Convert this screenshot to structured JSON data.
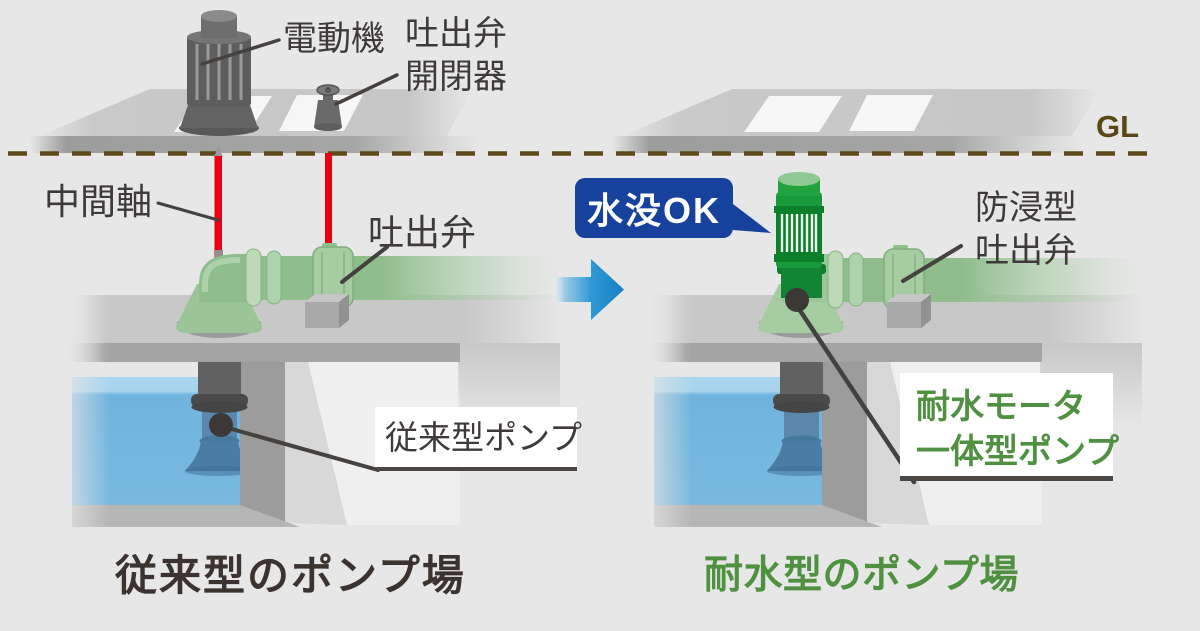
{
  "diagram": {
    "gl_label": "GL",
    "left": {
      "title": "従来型のポンプ場",
      "motor_label": "電動機",
      "valve_switch_label": [
        "吐出弁",
        "開閉器"
      ],
      "shaft_label": "中間軸",
      "valve_label": "吐出弁",
      "pump_label": "従来型ポンプ"
    },
    "right": {
      "title": "耐水型のポンプ場",
      "badge_label": "水没OK",
      "valve_label": [
        "防浸型",
        "吐出弁"
      ],
      "pump_label": [
        "耐水モータ",
        "一体型ポンプ"
      ]
    },
    "colors": {
      "gl_line": "#594718",
      "shaft_red": "#e60012",
      "pipe_green": "#8fbe8c",
      "motor_green": "#18993a",
      "water_blue": "#6fb4de",
      "badge_blue": "#16419c",
      "arrow_blue": "#1a86c8",
      "title_left": "#3a3330",
      "title_right": "#4f9140"
    }
  }
}
